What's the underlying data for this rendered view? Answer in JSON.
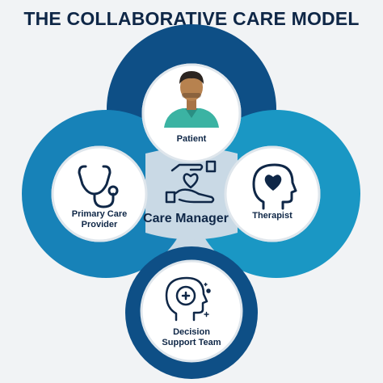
{
  "title": "THE COLLABORATIVE CARE MODEL",
  "center": {
    "label": "Care Manager",
    "icon": "hands-heart-icon"
  },
  "nodes": {
    "patient": {
      "label": "Patient",
      "icon": "person-avatar-icon"
    },
    "primary_care": {
      "line1": "Primary Care",
      "line2": "Provider",
      "icon": "stethoscope-icon"
    },
    "therapist": {
      "label": "Therapist",
      "icon": "head-heart-icon"
    },
    "decision_support": {
      "line1": "Decision",
      "line2": "Support Team",
      "icon": "head-medical-cross-icon"
    }
  },
  "colors": {
    "navy": "#0f2747",
    "dark_blue": "#0e4f86",
    "mid_blue": "#1782b8",
    "teal_blue": "#1a97c4",
    "center_fill": "#c9d9e5",
    "white": "#ffffff",
    "skin": "#b7824f",
    "scrubs": "#3bb3a3"
  }
}
